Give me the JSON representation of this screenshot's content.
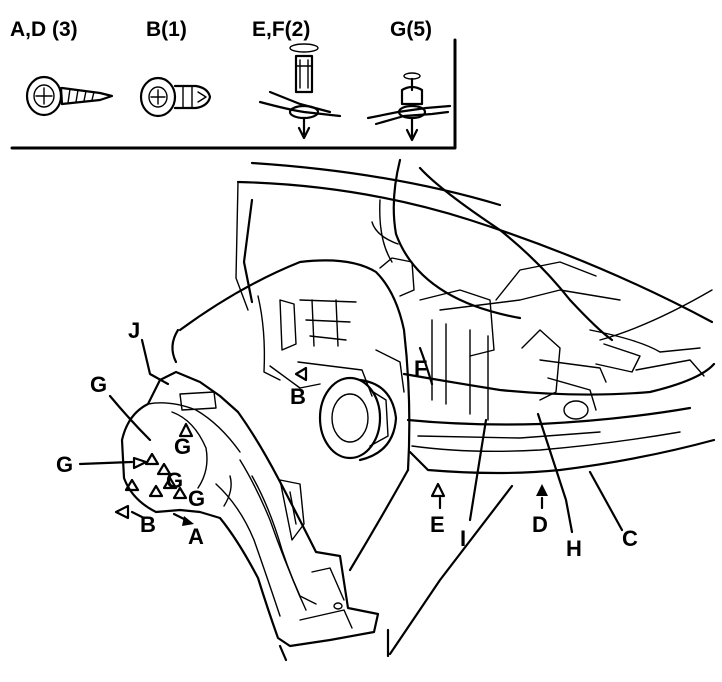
{
  "legend": {
    "items": [
      {
        "label": "A,D (3)",
        "icon": "screw-icon"
      },
      {
        "label": "B(1)",
        "icon": "clip-icon"
      },
      {
        "label": "E,F(2)",
        "icon": "pin-fastener-icon"
      },
      {
        "label": "G(5)",
        "icon": "push-rivet-icon"
      }
    ]
  },
  "callouts": {
    "J": "J",
    "G_top": "G",
    "G_left": "G",
    "G_mid1": "G",
    "G_mid2": "G",
    "B_left": "B",
    "A": "A",
    "B_right": "B",
    "F": "F",
    "E": "E",
    "I": "I",
    "D": "D",
    "H": "H",
    "C": "C"
  }
}
